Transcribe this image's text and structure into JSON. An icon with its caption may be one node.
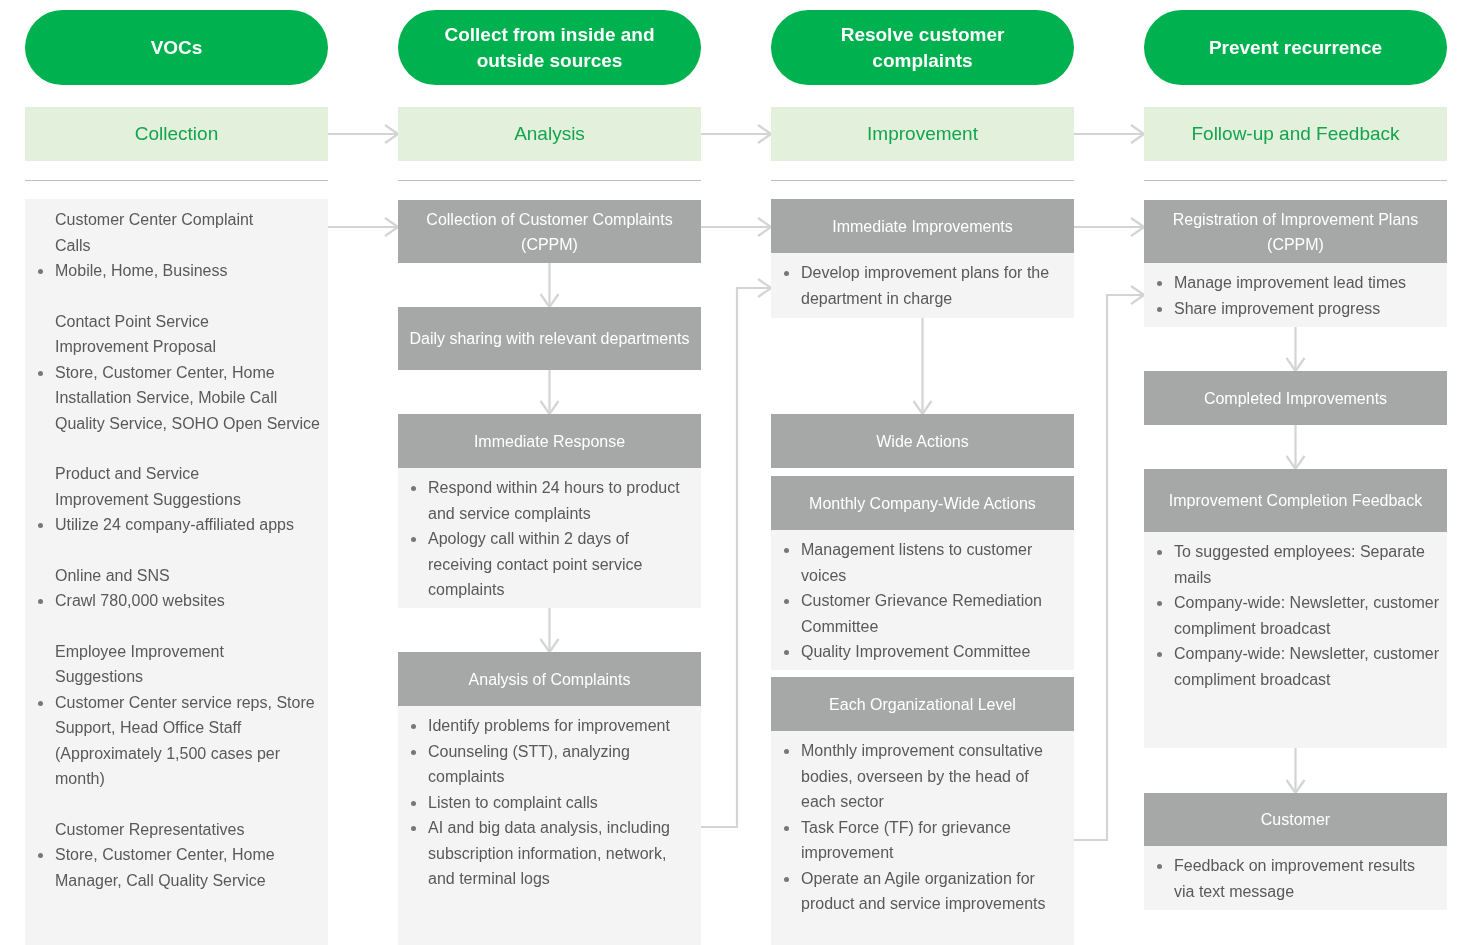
{
  "diagram": {
    "nodes": [
      {
        "text": [
          "VOCs"
        ]
      },
      {
        "text": [
          "Collect from inside and outside sources"
        ]
      },
      {
        "text": [
          "Resolve customer complaints"
        ]
      },
      {
        "text": [
          "Prevent recurrence"
        ]
      },
      {
        "text": [
          "Collection"
        ]
      },
      {
        "text": [
          "Analysis"
        ]
      },
      {
        "text": [
          "Improvement"
        ]
      },
      {
        "text": [
          "Follow-up and Feedback"
        ]
      },
      {
        "text": [
          "Customer Center Complaint Calls",
          "Mobile, Home, Business",
          "Contact Point Service Improvement Proposal",
          "Store, Customer Center, Home Installation Service, Mobile Call Quality Service, SOHO Open Service",
          "Product and Service Improvement Suggestions",
          "Utilize 24 company-affiliated apps",
          "Online and SNS",
          "Crawl 780,000 websites",
          "Employee Improvement Suggestions",
          "Customer Center service reps, Store Support, Head Office Staff (Approximately 1,500 cases per month)",
          "Customer Representatives",
          "Store, Customer Center, Home Manager, Call Quality Service"
        ]
      },
      {
        "text": [
          "Collection of Customer Complaints (CPPM)"
        ]
      },
      {
        "text": [
          "Daily sharing with relevant departments"
        ]
      },
      {
        "text": [
          "Immediate Response"
        ]
      },
      {
        "text": [
          "Respond within 24 hours to product and service complaints",
          "Apology call within 2 days of receiving contact point service complaints"
        ]
      },
      {
        "text": [
          "Analysis of Complaints"
        ]
      },
      {
        "text": [
          "Identify problems for improvement",
          "Counseling (STT), analyzing complaints",
          "Listen to complaint calls",
          "AI and big data analysis, including subscription information, network, and terminal logs"
        ]
      },
      {
        "text": [
          "Immediate Improvements"
        ]
      },
      {
        "text": [
          "Develop improvement plans for the department in charge"
        ]
      },
      {
        "text": [
          "Wide Actions"
        ]
      },
      {
        "text": [
          "Monthly Company-Wide Actions"
        ]
      },
      {
        "text": [
          "Management listens to customer voices",
          "Customer Grievance Remediation Committee",
          "Quality Improvement Committee"
        ]
      },
      {
        "text": [
          "Each Organizational Level"
        ]
      },
      {
        "text": [
          "Monthly improvement consultative bodies, overseen by the head of each sector",
          "Task Force (TF) for grievance improvement",
          "Operate an Agile organization for product and service improvements"
        ]
      },
      {
        "text": [
          "Registration of Improvement Plans (CPPM)"
        ]
      },
      {
        "text": [
          "Manage improvement lead times",
          "Share improvement progress"
        ]
      },
      {
        "text": [
          "Completed Improvements"
        ]
      },
      {
        "text": [
          "Improvement Completion Feedback"
        ]
      },
      {
        "text": [
          "To suggested employees: Separate mails",
          "Company-wide: Newsletter, customer compliment broadcast",
          "Company-wide: Newsletter, customer compliment broadcast"
        ]
      },
      {
        "text": [
          "Customer"
        ]
      },
      {
        "text": [
          "Feedback on improvement results via text message"
        ]
      }
    ],
    "edges": [
      {
        "from": 4,
        "to": 5,
        "arrow": "to"
      },
      {
        "from": 5,
        "to": 6,
        "arrow": "to"
      },
      {
        "from": 6,
        "to": 7,
        "arrow": "to"
      },
      {
        "from": 8,
        "to": 9,
        "arrow": "to"
      },
      {
        "from": 9,
        "to": 10,
        "arrow": "to"
      },
      {
        "from": 10,
        "to": 11,
        "arrow": "to"
      },
      {
        "from": 12,
        "to": 13,
        "arrow": "to"
      },
      {
        "from": 9,
        "to": 15,
        "arrow": "to"
      },
      {
        "from": 14,
        "to": 16,
        "arrow": "to"
      },
      {
        "from": 16,
        "to": 17,
        "arrow": "to"
      },
      {
        "from": 15,
        "to": 22,
        "arrow": "to"
      },
      {
        "from": 21,
        "to": 23,
        "arrow": "to"
      },
      {
        "from": 23,
        "to": 24,
        "arrow": "to"
      },
      {
        "from": 24,
        "to": 25,
        "arrow": "to"
      },
      {
        "from": 26,
        "to": 27,
        "arrow": "to"
      }
    ]
  }
}
